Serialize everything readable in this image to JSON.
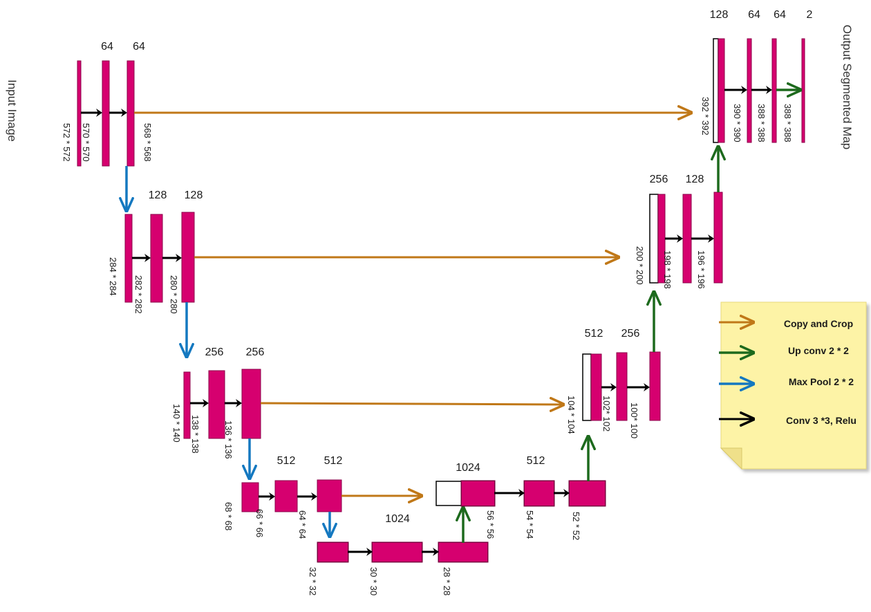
{
  "input_label": "Input Image",
  "output_label": "Output Segmented Map",
  "level1": {
    "channels": [
      "64",
      "64"
    ],
    "dims": [
      "572 * 572",
      "570 * 570",
      "568 * 568"
    ]
  },
  "level2": {
    "channels": [
      "128",
      "128"
    ],
    "dims": [
      "284 * 284",
      "282 * 282",
      "280 * 280"
    ]
  },
  "level3": {
    "channels": [
      "256",
      "256"
    ],
    "dims": [
      "140 * 140",
      "138 * 138",
      "136 * 136"
    ]
  },
  "level4": {
    "channels": [
      "512",
      "512"
    ],
    "dims": [
      "68 * 68",
      "66 * 66",
      "64 * 64"
    ]
  },
  "bottleneck": {
    "channels": "1024",
    "dims": [
      "32 * 32",
      "30 * 30",
      "28 * 28"
    ]
  },
  "up4": {
    "channels": [
      "1024",
      "512"
    ],
    "dims": [
      "56 * 56",
      "54 * 54",
      "52 * 52"
    ]
  },
  "up3": {
    "channels": [
      "512",
      "256"
    ],
    "dims": [
      "104 * 104",
      "102* 102",
      "100* 100"
    ]
  },
  "up2": {
    "channels": [
      "256",
      "128"
    ],
    "dims": [
      "200 * 200",
      "198 * 198",
      "196 * 196"
    ]
  },
  "up1": {
    "channels": [
      "128",
      "64",
      "64",
      "2"
    ],
    "dims": [
      "392 * 392",
      "390 * 390",
      "388 * 388",
      "388 * 388"
    ]
  },
  "legend": {
    "copy_crop": "Copy and Crop",
    "up_conv": "Up conv 2 * 2",
    "max_pool": "Max Pool 2 * 2",
    "conv": "Conv 3 *3, Relu"
  },
  "colors": {
    "feature_map": "#d6006f",
    "copy_crop": "#c07818",
    "up_conv": "#1d6a1d",
    "max_pool": "#1478c0",
    "conv": "#000000",
    "note": "#fdf3a6"
  }
}
